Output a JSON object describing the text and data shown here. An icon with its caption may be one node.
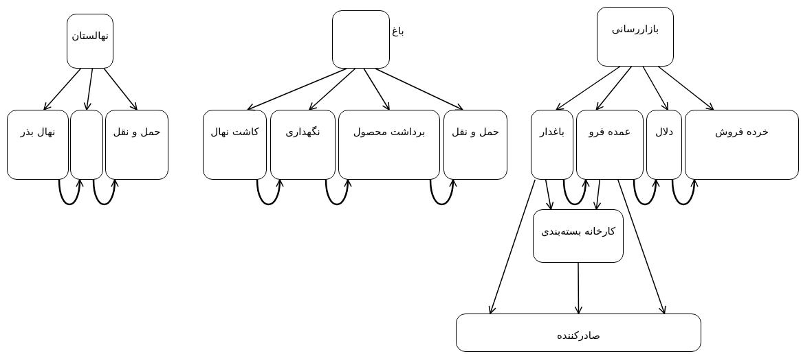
{
  "diagram": {
    "nodes": [
      {
        "text": [
          "نهالستان"
        ]
      },
      {
        "text": [
          "نهال بذر"
        ]
      },
      {
        "text": [],
        "shape": "box"
      },
      {
        "text": [
          "حمل و نقل"
        ]
      },
      {
        "text": [
          "باغ"
        ]
      },
      {
        "text": [
          "کاشت نهال"
        ]
      },
      {
        "text": [
          "نگهداری"
        ]
      },
      {
        "text": [
          "برداشت محصول"
        ]
      },
      {
        "text": [
          "حمل و نقل"
        ]
      },
      {
        "text": [
          "بازاررسانی"
        ]
      },
      {
        "text": [
          "باغدار"
        ]
      },
      {
        "text": [
          "عمده فرو"
        ]
      },
      {
        "text": [
          "دلال"
        ]
      },
      {
        "text": [
          "خرده فروش"
        ]
      },
      {
        "text": [
          "کارخانه بسته‌بندی"
        ]
      },
      {
        "text": [
          "صادرکننده"
        ]
      }
    ],
    "edges": [
      {
        "from": 0,
        "to": 1,
        "arrow": "to"
      },
      {
        "from": 0,
        "to": 2,
        "arrow": "to"
      },
      {
        "from": 0,
        "to": 3,
        "arrow": "to"
      },
      {
        "from": 1,
        "to": 2,
        "arrow": "to"
      },
      {
        "from": 2,
        "to": 3,
        "arrow": "to"
      },
      {
        "from": 4,
        "to": 5,
        "arrow": "to"
      },
      {
        "from": 4,
        "to": 6,
        "arrow": "to"
      },
      {
        "from": 4,
        "to": 7,
        "arrow": "to"
      },
      {
        "from": 4,
        "to": 8,
        "arrow": "to"
      },
      {
        "from": 5,
        "to": 6,
        "arrow": "to"
      },
      {
        "from": 6,
        "to": 7,
        "arrow": "to"
      },
      {
        "from": 7,
        "to": 8,
        "arrow": "to"
      },
      {
        "from": 9,
        "to": 10,
        "arrow": "to"
      },
      {
        "from": 9,
        "to": 11,
        "arrow": "to"
      },
      {
        "from": 9,
        "to": 12,
        "arrow": "to"
      },
      {
        "from": 9,
        "to": 13,
        "arrow": "to"
      },
      {
        "from": 10,
        "to": 11,
        "arrow": "to"
      },
      {
        "from": 11,
        "to": 12,
        "arrow": "to"
      },
      {
        "from": 12,
        "to": 13,
        "arrow": "to"
      },
      {
        "from": 10,
        "to": 14,
        "arrow": "to"
      },
      {
        "from": 11,
        "to": 14,
        "arrow": "to"
      },
      {
        "from": 10,
        "to": 15,
        "arrow": "to"
      },
      {
        "from": 11,
        "to": 15,
        "arrow": "to"
      },
      {
        "from": 14,
        "to": 15,
        "arrow": "to"
      }
    ]
  }
}
